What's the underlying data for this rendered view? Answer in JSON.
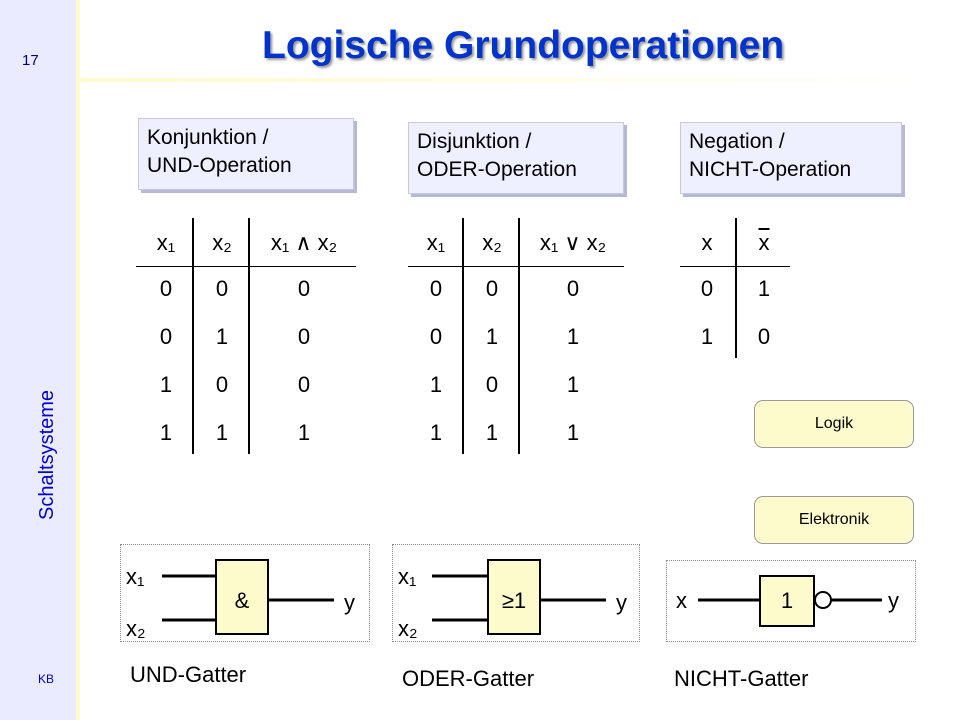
{
  "slide": {
    "page_number": "17",
    "sidebar_title": "Schaltsysteme",
    "author": "KB",
    "title": "Logische Grundoperationen"
  },
  "operations": [
    {
      "label_line1": "Konjunktion /",
      "label_line2": "UND-Operation",
      "headers": [
        "x₁",
        "x₂",
        "x₁ ∧ x₂"
      ],
      "rows": [
        [
          "0",
          "0",
          "0"
        ],
        [
          "0",
          "1",
          "0"
        ],
        [
          "1",
          "0",
          "0"
        ],
        [
          "1",
          "1",
          "1"
        ]
      ]
    },
    {
      "label_line1": "Disjunktion /",
      "label_line2": "ODER-Operation",
      "headers": [
        "x₁",
        "x₂",
        "x₁ ∨ x₂"
      ],
      "rows": [
        [
          "0",
          "0",
          "0"
        ],
        [
          "0",
          "1",
          "1"
        ],
        [
          "1",
          "0",
          "1"
        ],
        [
          "1",
          "1",
          "1"
        ]
      ]
    },
    {
      "label_line1": "Negation /",
      "label_line2": "NICHT-Operation",
      "headers": [
        "x",
        "x"
      ],
      "rows": [
        [
          "0",
          "1"
        ],
        [
          "1",
          "0"
        ]
      ]
    }
  ],
  "tags": {
    "logic": "Logik",
    "electronics": "Elektronik"
  },
  "gates": [
    {
      "symbol": "&",
      "inputs": [
        "x₁",
        "x₂"
      ],
      "output": "y",
      "caption": "UND-Gatter"
    },
    {
      "symbol": "≥1",
      "inputs": [
        "x₁",
        "x₂"
      ],
      "output": "y",
      "caption": "ODER-Gatter"
    },
    {
      "symbol": "1",
      "inputs": [
        "x"
      ],
      "output": "y",
      "caption": "NICHT-Gatter"
    }
  ]
}
